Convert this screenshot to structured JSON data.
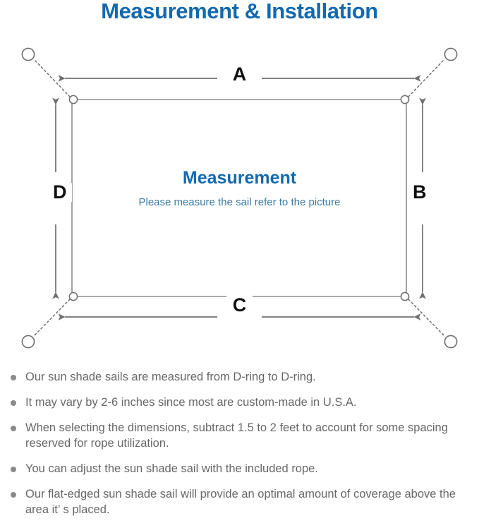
{
  "header": {
    "title": "Measurement & Installation",
    "title_color": "#1369ae"
  },
  "diagram": {
    "name": "sun-shade-sail-measurement-diagram",
    "center_title": "Measurement",
    "center_subtitle": "Please measure the sail refer to the picture",
    "dimension_labels": {
      "top": "A",
      "right": "B",
      "bottom": "C",
      "left": "D"
    },
    "line_color": "#7a7a7a",
    "sail_border_color": "#8d8d8d",
    "anchor_ring_count": 4,
    "corner_dring_count": 4
  },
  "notes": [
    {
      "text": "Our sun shade sails are measured from D-ring to D-ring."
    },
    {
      "text": "It may vary by 2-6 inches since most are custom-made in U.S.A."
    },
    {
      "text": "When selecting the dimensions, subtract 1.5 to 2 feet to account for some spacing reserved for rope utilization."
    },
    {
      "text": "You can adjust the sun shade sail with the included rope."
    },
    {
      "text": "Our flat-edged sun shade sail will provide an optimal amount of coverage above the area it’ s placed."
    }
  ]
}
